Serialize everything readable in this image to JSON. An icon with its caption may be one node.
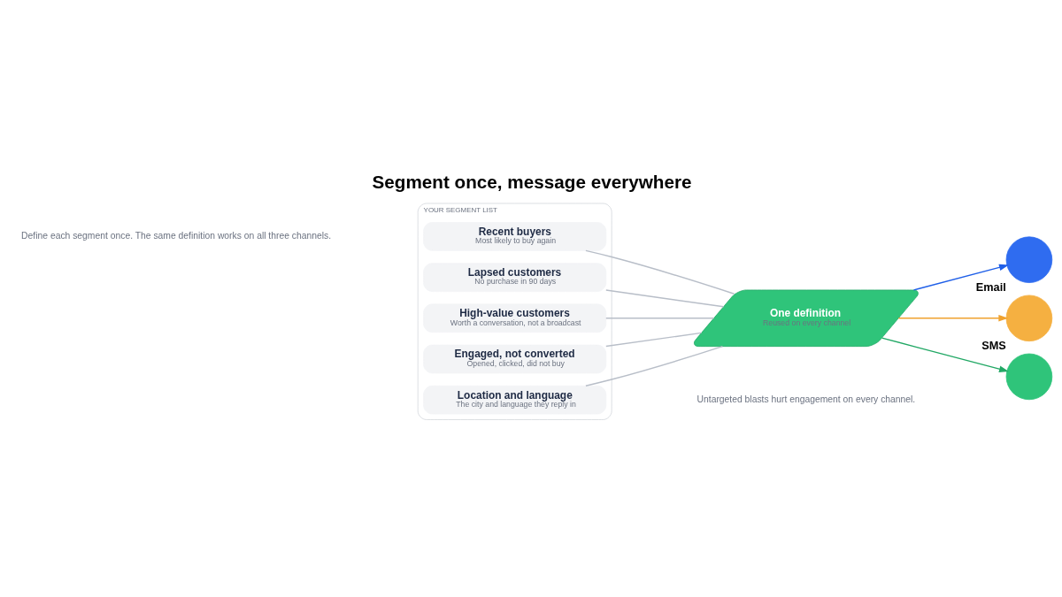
{
  "diagram": {
    "title": "Segment once, message everywhere",
    "caption": "Untargeted blasts hurt engagement on every channel.",
    "nodes": [
      {
        "text": [
          "YOUR SEGMENT LIST"
        ]
      },
      {
        "text": [
          "Recent buyers",
          "Most likely to buy again"
        ],
        "in": 0
      },
      {
        "text": [
          "Lapsed customers",
          "No purchase in 90 days"
        ],
        "in": 0
      },
      {
        "text": [
          "High-value customers",
          "Worth a conversation, not a broadcast"
        ],
        "in": 0
      },
      {
        "text": [
          "Engaged, not converted",
          "Opened, clicked, did not buy"
        ],
        "in": 0
      },
      {
        "text": [
          "Location and language",
          "The city and language they reply in"
        ],
        "in": 0
      },
      {
        "text": [
          "One definition",
          "Reused on every channel"
        ]
      },
      {
        "text": [
          "Email"
        ]
      },
      {
        "text": [
          "SMS"
        ]
      },
      {
        "text": [],
        "shape": "circle"
      }
    ],
    "edges": [
      {
        "from": 1,
        "to": 6,
        "arrow": "none"
      },
      {
        "from": 2,
        "to": 6,
        "arrow": "none"
      },
      {
        "from": 3,
        "to": 6,
        "arrow": "none"
      },
      {
        "from": 4,
        "to": 6,
        "arrow": "none"
      },
      {
        "from": 5,
        "to": 6,
        "arrow": "none"
      },
      {
        "from": 6,
        "to": 7,
        "arrow": "to",
        "color": "#1f5fe8"
      },
      {
        "from": 6,
        "to": 8,
        "arrow": "to",
        "color": "#f0a22e"
      },
      {
        "from": 6,
        "to": 9,
        "arrow": "to",
        "color": "#22a865"
      }
    ],
    "labels": [
      "Define each segment once. The same definition works on all three channels."
    ]
  }
}
